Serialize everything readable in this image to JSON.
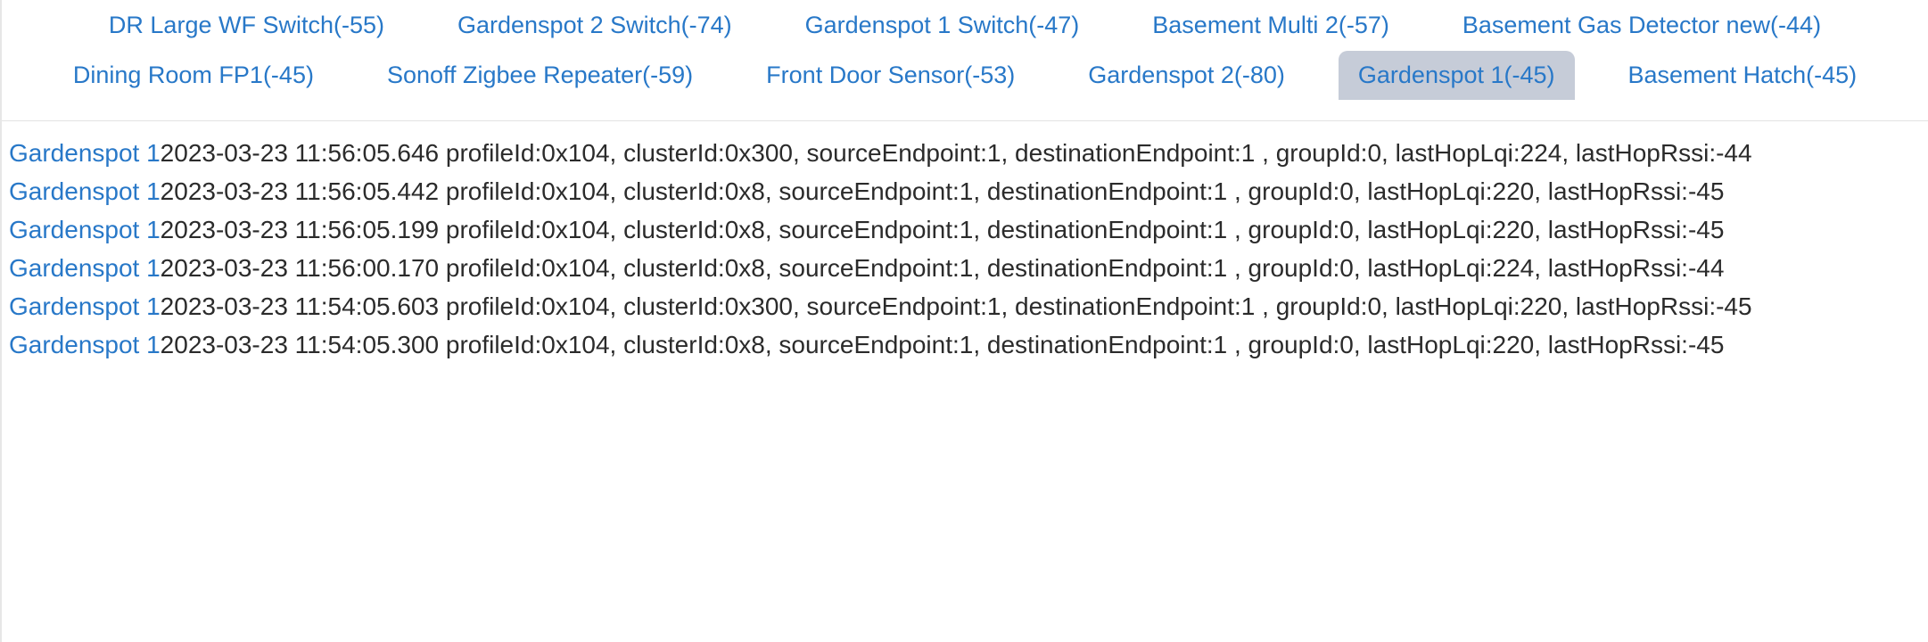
{
  "tabs": {
    "row1": [
      {
        "label": "DR Large WF Switch(-55)",
        "active": false
      },
      {
        "label": "Gardenspot 2 Switch(-74)",
        "active": false
      },
      {
        "label": "Gardenspot 1 Switch(-47)",
        "active": false
      },
      {
        "label": "Basement Multi 2(-57)",
        "active": false
      },
      {
        "label": "Basement Gas Detector new(-44)",
        "active": false
      }
    ],
    "row2": [
      {
        "label": "Dining Room FP1(-45)",
        "active": false
      },
      {
        "label": "Sonoff Zigbee Repeater(-59)",
        "active": false
      },
      {
        "label": "Front Door Sensor(-53)",
        "active": false
      },
      {
        "label": "Gardenspot 2(-80)",
        "active": false
      },
      {
        "label": "Gardenspot 1(-45)",
        "active": true
      },
      {
        "label": "Basement Hatch(-45)",
        "active": false
      }
    ]
  },
  "colors": {
    "link": "#2878c8",
    "active_tab_bg": "#c6ccd8",
    "text": "#2b2b2b",
    "divider": "#e3e3e3"
  },
  "log": {
    "entries": [
      {
        "device": "Gardenspot 1",
        "detail": "2023-03-23 11:56:05.646  profileId:0x104, clusterId:0x300, sourceEndpoint:1, destinationEndpoint:1 , groupId:0, lastHopLqi:224, lastHopRssi:-44"
      },
      {
        "device": "Gardenspot 1",
        "detail": "2023-03-23 11:56:05.442  profileId:0x104, clusterId:0x8, sourceEndpoint:1, destinationEndpoint:1 , groupId:0, lastHopLqi:220, lastHopRssi:-45"
      },
      {
        "device": "Gardenspot 1",
        "detail": "2023-03-23 11:56:05.199  profileId:0x104, clusterId:0x8, sourceEndpoint:1, destinationEndpoint:1 , groupId:0, lastHopLqi:220, lastHopRssi:-45"
      },
      {
        "device": "Gardenspot 1",
        "detail": "2023-03-23 11:56:00.170  profileId:0x104, clusterId:0x8, sourceEndpoint:1, destinationEndpoint:1 , groupId:0, lastHopLqi:224, lastHopRssi:-44"
      },
      {
        "device": "Gardenspot 1",
        "detail": "2023-03-23 11:54:05.603  profileId:0x104, clusterId:0x300, sourceEndpoint:1, destinationEndpoint:1 , groupId:0, lastHopLqi:220, lastHopRssi:-45"
      },
      {
        "device": "Gardenspot 1",
        "detail": "2023-03-23 11:54:05.300  profileId:0x104, clusterId:0x8, sourceEndpoint:1, destinationEndpoint:1 , groupId:0, lastHopLqi:220, lastHopRssi:-45"
      }
    ]
  }
}
